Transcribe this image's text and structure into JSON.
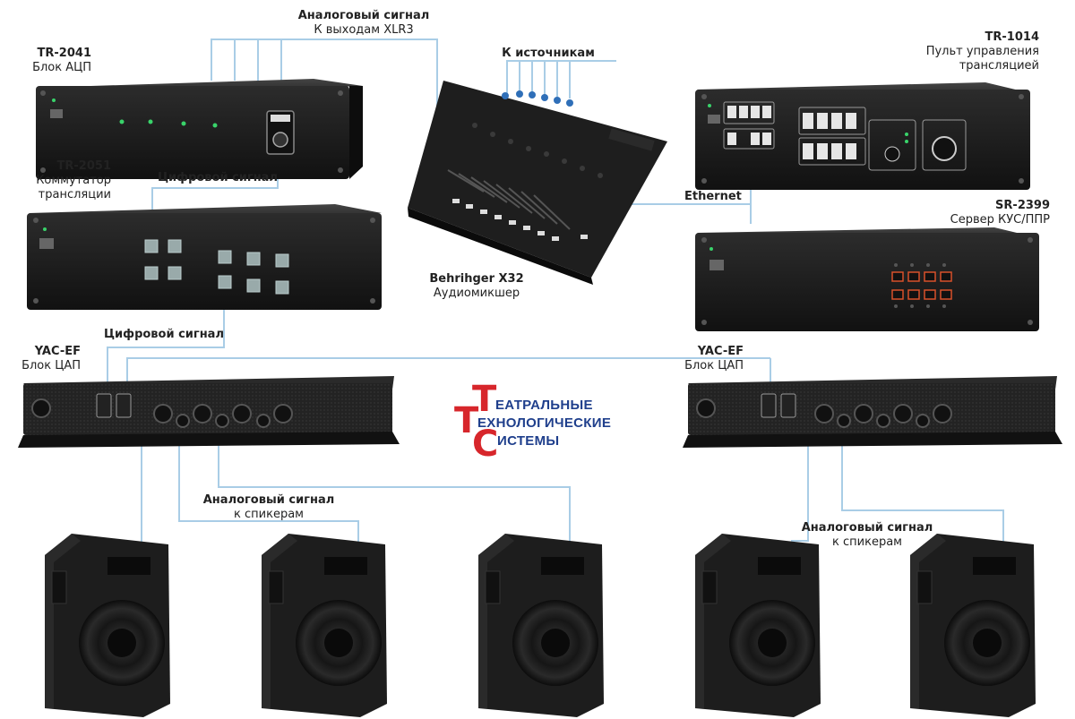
{
  "labels": {
    "analog_xlr": {
      "title": "Аналоговый сигнал",
      "sub": "К выходам XLR3"
    },
    "tr2041": {
      "title": "TR-2041",
      "sub": "Блок АЦП"
    },
    "sources": {
      "title": "К источникам"
    },
    "tr1014": {
      "title": "TR-1014",
      "sub1": "Пульт управления",
      "sub2": "трансляцией"
    },
    "tr2051": {
      "title": "TR-2051",
      "sub1": "Коммутатор",
      "sub2": "трансляции"
    },
    "digital1": {
      "title": "Цифровой сигнал"
    },
    "ethernet": {
      "title": "Ethernet"
    },
    "sr2399": {
      "title": "SR-2399",
      "sub": "Сервер КУС/ППР"
    },
    "x32": {
      "title": "Behrihger X32",
      "sub": "Аудиомикшер"
    },
    "digital2": {
      "title": "Цифровой сигнал"
    },
    "yac_left": {
      "title": "YAC-EF",
      "sub": "Блок ЦАП"
    },
    "yac_right": {
      "title": "YAC-EF",
      "sub": "Блок ЦАП"
    },
    "analog_spk_left": {
      "title": "Аналоговый сигнал",
      "sub": "к спикерам"
    },
    "analog_spk_right": {
      "title": "Аналоговый сигнал",
      "sub": "к спикерам"
    }
  },
  "logo": {
    "letter1": "Т",
    "word1": "ЕАТРАЛЬНЫЕ",
    "letter2": "Т",
    "word2": "ЕХНОЛОГИЧЕСКИЕ",
    "letter3": "С",
    "word3": "ИСТЕМЫ"
  },
  "colors": {
    "wire": "#a9cde6",
    "device": "#1b1b1b",
    "logo_red": "#d7262b",
    "logo_blue": "#1f3f8c"
  }
}
